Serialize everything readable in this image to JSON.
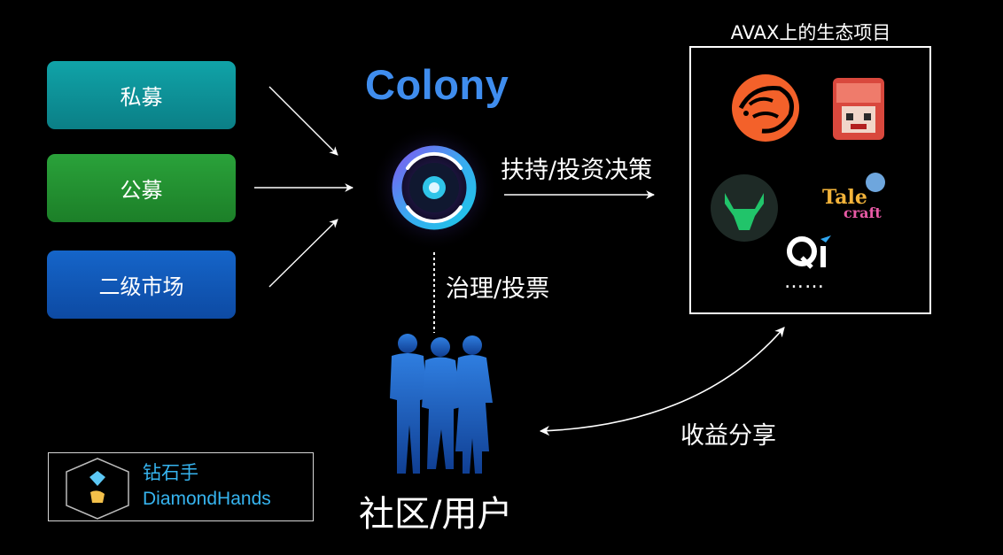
{
  "funding": {
    "private": "私募",
    "public": "公募",
    "secondary": "二级市场"
  },
  "colony": {
    "title": "Colony"
  },
  "labels": {
    "support": "扶持/投资决策",
    "governance": "治理/投票",
    "profit_share": "收益分享",
    "community": "社区/用户"
  },
  "ecosystem": {
    "title": "AVAX上的生态项目",
    "ellipsis": "……",
    "projects": [
      {
        "name": "pangolin-logo",
        "color": "#f3612a"
      },
      {
        "name": "crabada-logo",
        "color": "#e0574d"
      },
      {
        "name": "bull-logo",
        "color": "#21c46a"
      },
      {
        "name": "talecraft-logo",
        "text": "Tale craft"
      },
      {
        "name": "qi-logo",
        "text": "Qi"
      }
    ]
  },
  "badge": {
    "cn": "钻石手",
    "en": "DiamondHands"
  },
  "colors": {
    "accent": "#3f8dee",
    "private": "#10a3a8",
    "public": "#2aa23a",
    "secondary": "#1565c9",
    "badge_text": "#36b4ef",
    "community": "#1e63c6"
  }
}
